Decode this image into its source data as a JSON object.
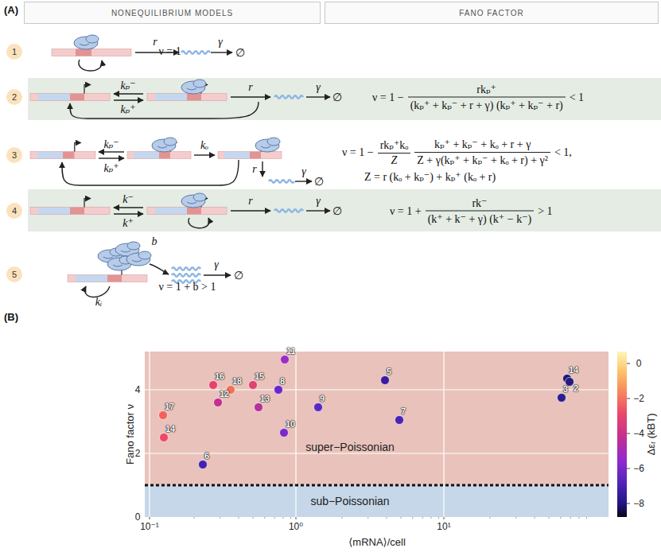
{
  "diagram": {
    "nodes": [
      {
        "text": [
          "NONEQUILIBRIUM MODELS"
        ]
      },
      {
        "text": [
          "FANO FACTOR"
        ]
      },
      {
        "text": [
          "1"
        ]
      },
      {
        "text": [
          "2"
        ]
      },
      {
        "text": [
          "3"
        ]
      },
      {
        "text": [
          "4"
        ]
      },
      {
        "text": [
          "5"
        ]
      }
    ],
    "labels": [
      "(A)",
      "(B)",
      "r",
      "γ",
      "∅",
      "ν = 1",
      "kₚ⁻",
      "kₚ⁺",
      "r",
      "γ",
      "∅",
      "ν = 1 −",
      "rkₚ⁺",
      "(kₚ⁺ + kₚ⁻ + r + γ) (kₚ⁺ + kₚ⁻ + r)",
      "< 1",
      "kₚ⁻",
      "kₚ⁺",
      "kₒ",
      "r",
      "γ",
      "∅",
      "ν = 1 −",
      "rkₚ⁺kₒ",
      "Z",
      "kₚ⁺ + kₚ⁻ + kₒ + r + γ",
      "Z + γ(kₚ⁺ + kₚ⁻ + kₒ + r) + γ²",
      "< 1,",
      "Z = r (kₒ + kₚ⁻) + kₚ⁺ (kₒ + r)",
      "k⁻",
      "k⁺",
      "r",
      "γ",
      "∅",
      "ν = 1 +",
      "rk⁻",
      "(k⁺ + k⁻ + γ) (k⁺ − k⁻)",
      "> 1",
      "b",
      "kᵢ",
      "γ",
      "∅",
      "ν = 1 + b > 1",
      "Fano factor ν",
      "⟨mRNA⟩/cell",
      "Δεᵣ (kBT)",
      "0",
      "2",
      "4",
      "10⁻¹",
      "10⁰",
      "10¹",
      "0",
      "−2",
      "−4",
      "−6",
      "−8",
      "super−Poissonian",
      "sub−Poissonian",
      "11",
      "5",
      "14",
      "2",
      "3",
      "16",
      "15",
      "18",
      "8",
      "12",
      "13",
      "9",
      "17",
      "7",
      "10",
      "14",
      "6"
    ]
  }
}
